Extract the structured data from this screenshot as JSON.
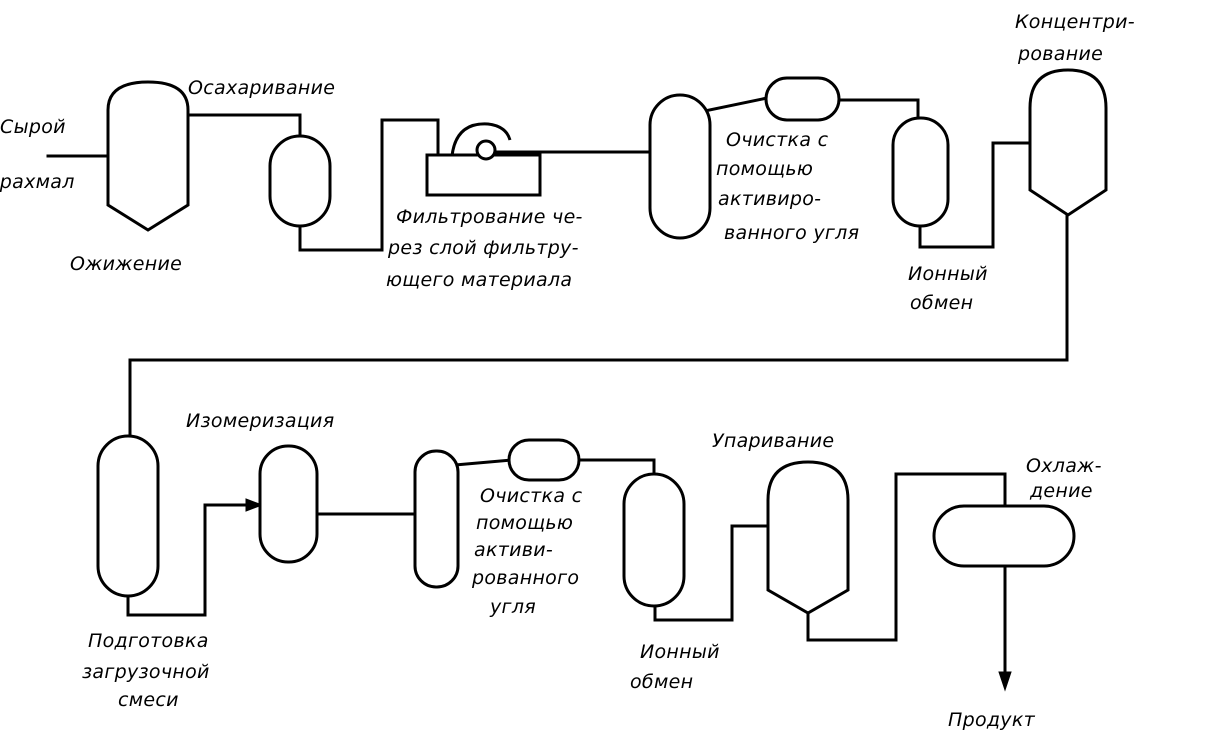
{
  "diagram": {
    "labels": {
      "raw_material_1": "Сырой",
      "raw_material_2": "крахмал",
      "saccharification": "Осахаривание",
      "liquefaction": "Ожижение",
      "filtration_1": "Фильтрование че-",
      "filtration_2": "рез слой фильтру-",
      "filtration_3": "ющего материала",
      "carbon_top_1": "Очистка с",
      "carbon_top_2": "помощью",
      "carbon_top_3": "активиро-",
      "carbon_top_4": "ванного угля",
      "ion_top_1": "Ионный",
      "ion_top_2": "обмен",
      "concentration_1": "Концентри-",
      "concentration_2": "рование",
      "isomerization": "Изомеризация",
      "feed_prep_1": "Подготовка",
      "feed_prep_2": "загрузочной",
      "feed_prep_3": "смеси",
      "carbon_bot_1": "Очистка с",
      "carbon_bot_2": "помощью",
      "carbon_bot_3": "активи-",
      "carbon_bot_4": "рованного",
      "carbon_bot_5": "угля",
      "ion_bot_1": "Ионный",
      "ion_bot_2": "обмен",
      "evaporation": "Упаривание",
      "cooling_1": "Охлаж-",
      "cooling_2": "дение",
      "product": "Продукт"
    }
  }
}
